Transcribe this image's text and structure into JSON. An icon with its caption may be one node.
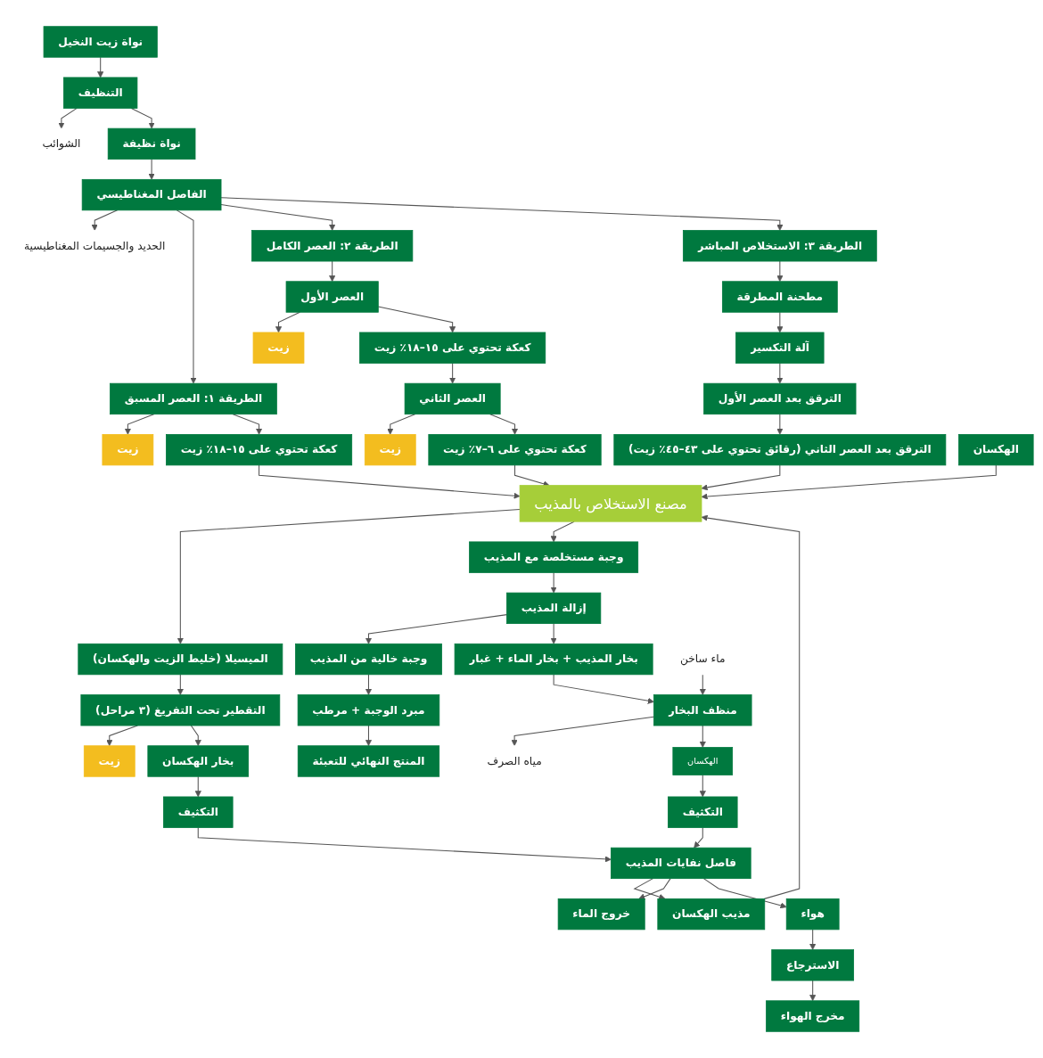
{
  "diagram": {
    "nodes": [
      {
        "text": [
          "نواة زيت النخيل"
        ]
      },
      {
        "text": [
          "التنظيف"
        ]
      },
      {
        "text": [
          "الشوائب"
        ]
      },
      {
        "text": [
          "نواة نظيفة"
        ]
      },
      {
        "text": [
          "الفاصل المغناطيسي"
        ]
      },
      {
        "text": [
          "الحديد والجسيمات المغناطيسية"
        ]
      },
      {
        "text": [
          "الطريقة ١: العصر المسبق"
        ]
      },
      {
        "text": [
          "الطريقة ٢: العصر الكامل"
        ]
      },
      {
        "text": [
          "الطريقة ٣: الاستخلاص المباشر"
        ]
      },
      {
        "text": [
          "زيت"
        ]
      },
      {
        "text": [
          "كعكة تحتوي على ١٥–١٨٪ زيت"
        ]
      },
      {
        "text": [
          "العصر الأول"
        ]
      },
      {
        "text": [
          "مطحنة المطرقة"
        ]
      },
      {
        "text": [
          "زيت"
        ]
      },
      {
        "text": [
          "كعكة تحتوي على ١٥–١٨٪ زيت"
        ]
      },
      {
        "text": [
          "آلة التكسير"
        ]
      },
      {
        "text": [
          "العصر الثاني"
        ]
      },
      {
        "text": [
          "الترقق بعد العصر الأول"
        ]
      },
      {
        "text": [
          "زيت"
        ]
      },
      {
        "text": [
          "كعكة تحتوي على ٦–٧٪ زيت"
        ]
      },
      {
        "text": [
          "الترقق بعد العصر الثاني (رقائق تحتوي على ٤٣–٤٥٪ زيت)"
        ]
      },
      {
        "text": [
          "مصنع الاستخلاص بالمذيب"
        ]
      },
      {
        "text": [
          "الهكسان"
        ]
      },
      {
        "text": [
          "الميسيلا (خليط الزيت والهكسان)"
        ]
      },
      {
        "text": [
          "وجبة مستخلصة مع المذيب"
        ]
      },
      {
        "text": [
          "التقطير تحت التفريغ (٣ مراحل)"
        ]
      },
      {
        "text": [
          "إزالة المذيب"
        ]
      },
      {
        "text": [
          "وجبة خالية من المذيب"
        ]
      },
      {
        "text": [
          "زيت"
        ]
      },
      {
        "text": [
          "بخار الهكسان"
        ]
      },
      {
        "text": [
          "بخار المذيب + بخار الماء + غبار"
        ]
      },
      {
        "text": [
          "مبرد الوجبة + مرطب"
        ]
      },
      {
        "text": [
          "ماء ساخن"
        ]
      },
      {
        "text": [
          "منظف البخار"
        ]
      },
      {
        "text": [
          "مياه الصرف"
        ]
      },
      {
        "text": [
          "المنتج النهائي للتعبئة"
        ]
      },
      {
        "text": [
          "التكثيف"
        ]
      },
      {
        "text": [
          "الهكسان"
        ]
      },
      {
        "text": [
          "مذيب الهكسان"
        ]
      },
      {
        "text": [
          "فاصل نفايات المذيب"
        ]
      },
      {
        "text": [
          "التكثيف"
        ]
      },
      {
        "text": [
          "خروج الماء"
        ]
      },
      {
        "text": [
          "هواء"
        ]
      },
      {
        "text": [
          "الاسترجاع"
        ]
      },
      {
        "text": [
          "مخرج الهواء"
        ]
      }
    ],
    "edges": [
      {
        "from": 0,
        "to": 1,
        "arrow": "to"
      },
      {
        "from": 1,
        "to": 2,
        "arrow": "to"
      },
      {
        "from": 1,
        "to": 3,
        "arrow": "to"
      },
      {
        "from": 3,
        "to": 4,
        "arrow": "to"
      },
      {
        "from": 4,
        "to": 5,
        "arrow": "to"
      },
      {
        "from": 4,
        "to": 6,
        "arrow": "to"
      },
      {
        "from": 4,
        "to": 7,
        "arrow": "to"
      },
      {
        "from": 4,
        "to": 8,
        "arrow": "to"
      },
      {
        "from": 6,
        "to": 9,
        "arrow": "to"
      },
      {
        "from": 6,
        "to": 10,
        "arrow": "to"
      },
      {
        "from": 7,
        "to": 11,
        "arrow": "to"
      },
      {
        "from": 11,
        "to": 13,
        "arrow": "to"
      },
      {
        "from": 11,
        "to": 14,
        "arrow": "to"
      },
      {
        "from": 14,
        "to": 16,
        "arrow": "to"
      },
      {
        "from": 16,
        "to": 18,
        "arrow": "to"
      },
      {
        "from": 16,
        "to": 19,
        "arrow": "to"
      },
      {
        "from": 8,
        "to": 12,
        "arrow": "to"
      },
      {
        "from": 12,
        "to": 15,
        "arrow": "to"
      },
      {
        "from": 15,
        "to": 17,
        "arrow": "to"
      },
      {
        "from": 17,
        "to": 20,
        "arrow": "to"
      },
      {
        "from": 10,
        "to": 21,
        "arrow": "to"
      },
      {
        "from": 19,
        "to": 21,
        "arrow": "to"
      },
      {
        "from": 20,
        "to": 21,
        "arrow": "to"
      },
      {
        "from": 22,
        "to": 21,
        "arrow": "to"
      },
      {
        "from": 21,
        "to": 23,
        "arrow": "to"
      },
      {
        "from": 21,
        "to": 24,
        "arrow": "to"
      },
      {
        "from": 23,
        "to": 25,
        "arrow": "to"
      },
      {
        "from": 25,
        "to": 28,
        "arrow": "to"
      },
      {
        "from": 25,
        "to": 29,
        "arrow": "to"
      },
      {
        "from": 29,
        "to": 36,
        "arrow": "to"
      },
      {
        "from": 24,
        "to": 26,
        "arrow": "to"
      },
      {
        "from": 26,
        "to": 27,
        "arrow": "to"
      },
      {
        "from": 26,
        "to": 30,
        "arrow": "to"
      },
      {
        "from": 27,
        "to": 31,
        "arrow": "to"
      },
      {
        "from": 31,
        "to": 35,
        "arrow": "to"
      },
      {
        "from": 30,
        "to": 33,
        "arrow": "to"
      },
      {
        "from": 32,
        "to": 33,
        "arrow": "to"
      },
      {
        "from": 33,
        "to": 34,
        "arrow": "to"
      },
      {
        "from": 33,
        "to": 37,
        "arrow": "to"
      },
      {
        "from": 37,
        "to": 40,
        "arrow": "to"
      },
      {
        "from": 40,
        "to": 39,
        "arrow": "to"
      },
      {
        "from": 36,
        "to": 39,
        "arrow": "to"
      },
      {
        "from": 39,
        "to": 38,
        "arrow": "to"
      },
      {
        "from": 38,
        "to": 21,
        "arrow": "to"
      },
      {
        "from": 39,
        "to": 41,
        "arrow": "to"
      },
      {
        "from": 39,
        "to": 42,
        "arrow": "to"
      },
      {
        "from": 42,
        "to": 43,
        "arrow": "to"
      },
      {
        "from": 43,
        "to": 44,
        "arrow": "to"
      }
    ]
  }
}
